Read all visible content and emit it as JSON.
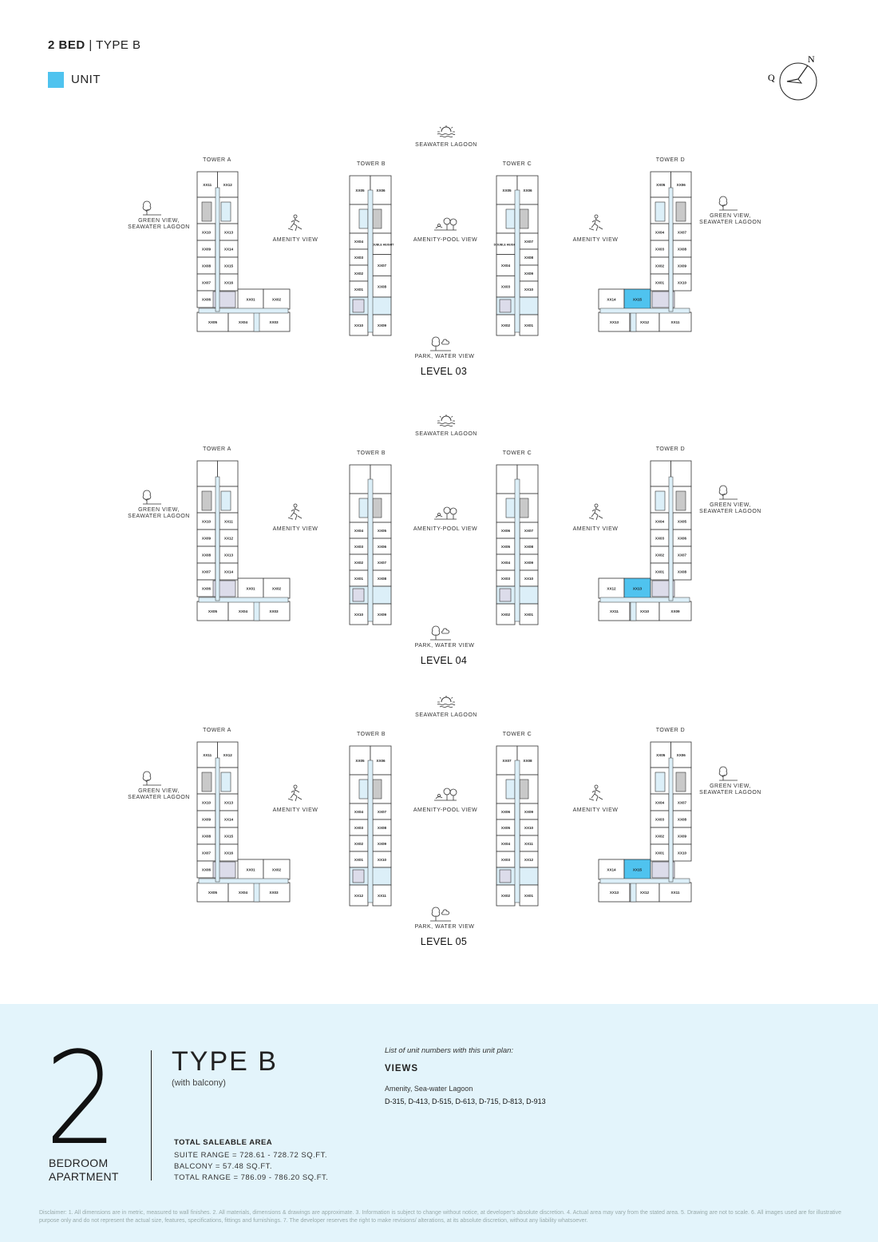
{
  "header": {
    "bed": "2 BED",
    "separator": "|",
    "type": "TYPE B"
  },
  "legend": {
    "label": "UNIT",
    "color": "#4fc3ef"
  },
  "compass": {
    "north": "N",
    "mark": "Q"
  },
  "colors": {
    "highlight": "#4fc3ef",
    "corridor": "#dceff8",
    "core": "#c9c9c9",
    "lift": "#dcdcea",
    "wall": "#333333"
  },
  "views": {
    "seawater": "SEAWATER LAGOON",
    "green": [
      "GREEN VIEW,",
      "SEAWATER LAGOON"
    ],
    "amenity": "AMENITY VIEW",
    "amenity_pool": "AMENITY-POOL VIEW",
    "park": "PARK, WATER VIEW"
  },
  "levels": [
    {
      "title": "LEVEL 03",
      "towers": {
        "A": {
          "name": "TOWER A",
          "top": [
            "XX11",
            "XX12"
          ],
          "left": [
            "XX10",
            "XX09",
            "XX08",
            "XX07",
            "XX06"
          ],
          "right": [
            "XX13",
            "XX14",
            "XX15",
            "XX16"
          ],
          "wing": [
            "XX01",
            "XX02"
          ],
          "bottom": [
            "XX05",
            "XX04",
            "XX03"
          ]
        },
        "B": {
          "name": "TOWER B",
          "top": [
            "XX05",
            "XX06"
          ],
          "left": [
            "XX04",
            "XX03",
            "XX02",
            "XX01"
          ],
          "right": [
            "DOUBLE HEIGHT",
            "XX07",
            "XX08"
          ],
          "bottom": [
            "XX10",
            "XX09"
          ]
        },
        "C": {
          "name": "TOWER C",
          "top": [
            "XX05",
            "XX06"
          ],
          "left": [
            "DOUBLE HEIGHT",
            "XX04",
            "XX03"
          ],
          "right": [
            "XX07",
            "XX08",
            "XX09",
            "XX10"
          ],
          "bottom": [
            "XX02",
            "XX01"
          ]
        },
        "D": {
          "name": "TOWER D",
          "top": [
            "XX05",
            "XX06"
          ],
          "left": [
            "XX04",
            "XX03",
            "XX02",
            "XX01"
          ],
          "right": [
            "XX07",
            "XX08",
            "XX09",
            "XX10"
          ],
          "wing": [
            "XX14",
            "XX15"
          ],
          "bottom": [
            "XX13",
            "XX12",
            "XX11"
          ],
          "highlight": "XX15"
        }
      }
    },
    {
      "title": "LEVEL 04",
      "towers": {
        "A": {
          "name": "TOWER A",
          "top": [
            "",
            ""
          ],
          "left": [
            "XX10",
            "XX09",
            "XX08",
            "XX07",
            "XX06"
          ],
          "right": [
            "XX11",
            "XX12",
            "XX13",
            "XX14"
          ],
          "wing": [
            "XX01",
            "XX02"
          ],
          "bottom": [
            "XX05",
            "XX04",
            "XX03"
          ]
        },
        "B": {
          "name": "TOWER B",
          "top": [
            "",
            ""
          ],
          "left": [
            "XX04",
            "XX03",
            "XX02",
            "XX01"
          ],
          "right": [
            "XX05",
            "XX06",
            "XX07",
            "XX08"
          ],
          "bottom": [
            "XX10",
            "XX09"
          ]
        },
        "C": {
          "name": "TOWER C",
          "top": [
            "",
            ""
          ],
          "left": [
            "XX06",
            "XX05",
            "XX04",
            "XX03"
          ],
          "right": [
            "XX07",
            "XX08",
            "XX09",
            "XX10"
          ],
          "bottom": [
            "XX02",
            "XX01"
          ]
        },
        "D": {
          "name": "TOWER D",
          "top": [
            "",
            ""
          ],
          "left": [
            "XX04",
            "XX03",
            "XX02",
            "XX01"
          ],
          "right": [
            "XX05",
            "XX06",
            "XX07",
            "XX08"
          ],
          "wing": [
            "XX12",
            "XX13"
          ],
          "bottom": [
            "XX11",
            "XX10",
            "XX09"
          ],
          "highlight": "XX13"
        }
      }
    },
    {
      "title": "LEVEL 05",
      "towers": {
        "A": {
          "name": "TOWER A",
          "top": [
            "XX11",
            "XX12"
          ],
          "left": [
            "XX10",
            "XX09",
            "XX08",
            "XX07",
            "XX06"
          ],
          "right": [
            "XX13",
            "XX14",
            "XX15",
            "XX16"
          ],
          "wing": [
            "XX01",
            "XX02"
          ],
          "bottom": [
            "XX05",
            "XX04",
            "XX03"
          ]
        },
        "B": {
          "name": "TOWER B",
          "top": [
            "XX05",
            "XX06"
          ],
          "left": [
            "XX04",
            "XX03",
            "XX02",
            "XX01"
          ],
          "right": [
            "XX07",
            "XX08",
            "XX09",
            "XX10"
          ],
          "bottom": [
            "XX12",
            "XX11"
          ]
        },
        "C": {
          "name": "TOWER C",
          "top": [
            "XX07",
            "XX08"
          ],
          "left": [
            "XX06",
            "XX05",
            "XX04",
            "XX03"
          ],
          "right": [
            "XX09",
            "XX10",
            "XX11",
            "XX12"
          ],
          "bottom": [
            "XX02",
            "XX01"
          ]
        },
        "D": {
          "name": "TOWER D",
          "top": [
            "XX05",
            "XX06"
          ],
          "left": [
            "XX04",
            "XX03",
            "XX02",
            "XX01"
          ],
          "right": [
            "XX07",
            "XX08",
            "XX09",
            "XX10"
          ],
          "wing": [
            "XX14",
            "XX15"
          ],
          "bottom": [
            "XX13",
            "XX12",
            "XX11"
          ],
          "highlight": "XX15"
        }
      }
    }
  ],
  "panel": {
    "bedrooms": "2",
    "bedroom_line1": "BEDROOM",
    "bedroom_line2": "APARTMENT",
    "type": "TYPE B",
    "type_note": "(with balcony)",
    "area_title": "TOTAL SALEABLE AREA",
    "suite_range": "SUITE RANGE = 728.61 - 728.72 SQ.FT.",
    "balcony": "BALCONY = 57.48 SQ.FT.",
    "total_range": "TOTAL RANGE = 786.09 - 786.20 SQ.FT.",
    "list_heading": "List of unit numbers with this unit plan:",
    "views_heading": "VIEWS",
    "views_text": "Amenity, Sea-water Lagoon",
    "unit_numbers": "D-315, D-413, D-515, D-613, D-715, D-813, D-913"
  },
  "disclaimer": "Disclaimer: 1. All dimensions are in metric, measured to wall finishes. 2. All materials, dimensions & drawings are approximate. 3. Information is subject to change without notice, at developer's absolute discretion. 4. Actual area may vary from the stated area. 5. Drawing are not to scale. 6. All images used are for illustrative purpose only and do not represent the actual size, features, specifications, fittings and furnishings. 7. The developer reserves the right to make revisions/ alterations, at its absolute discretion, without any liability whatsoever."
}
